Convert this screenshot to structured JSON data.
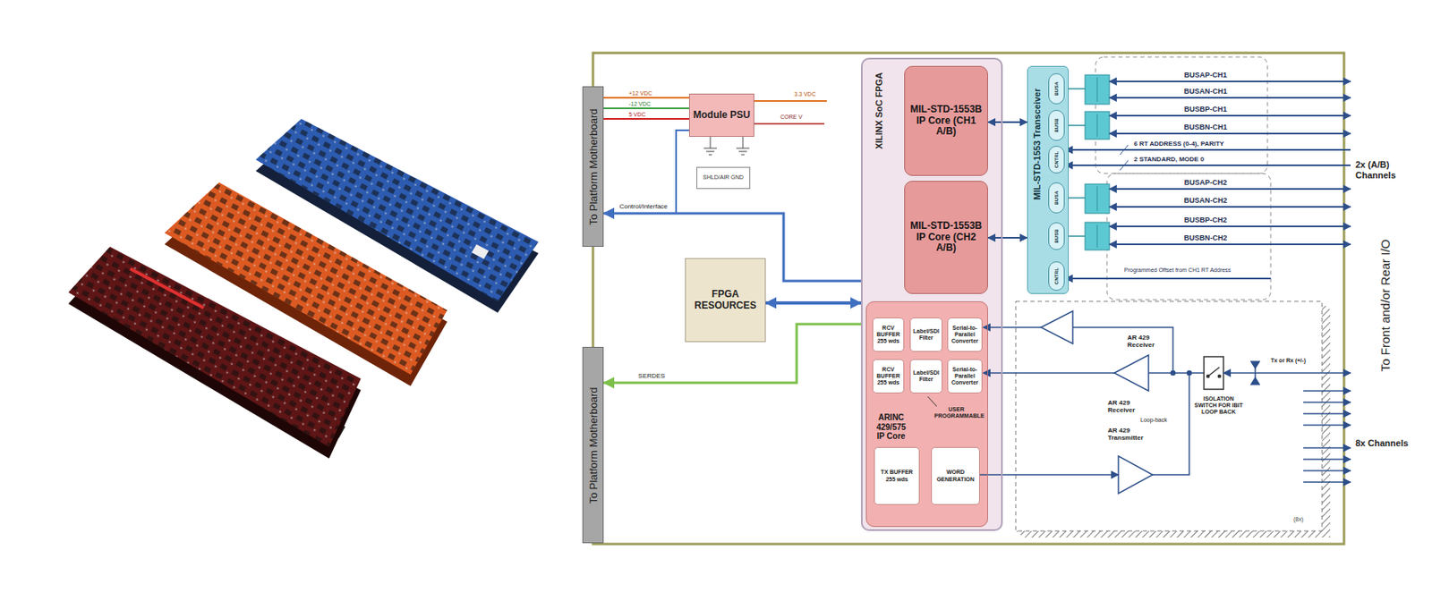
{
  "diagram": {
    "nodes": [
      {
        "text": [
          "To Platform Motherboard"
        ]
      },
      {
        "text": [
          "To Platform Motherboard"
        ]
      },
      {
        "text": [
          "Module PSU"
        ]
      },
      {
        "text": [
          "SHLD/AIR GND"
        ]
      },
      {
        "text": [
          "FPGA RESOURCES"
        ]
      },
      {
        "text": [
          "XILINX SoC FPGA"
        ]
      },
      {
        "text": [
          "MIL-STD-1553B IP Core (CH1 A/B)"
        ],
        "in": 5
      },
      {
        "text": [
          "MIL-STD-1553B IP Core (CH2 A/B)"
        ],
        "in": 5
      },
      {
        "text": [
          "ARINC 429/575 IP Core"
        ],
        "in": 5
      },
      {
        "text": [
          "RCV BUFFER 255 wds"
        ],
        "in": 8
      },
      {
        "text": [
          "Label/SDI Filter"
        ],
        "in": 8
      },
      {
        "text": [
          "Serial-to-Parallel Converter"
        ],
        "in": 8
      },
      {
        "text": [
          "RCV BUFFER 255 wds"
        ],
        "in": 8
      },
      {
        "text": [
          "Label/SDI Filter"
        ],
        "in": 8
      },
      {
        "text": [
          "Serial-to-Parallel Converter"
        ],
        "in": 8
      },
      {
        "text": [
          "TX BUFFER 255 wds"
        ],
        "in": 8
      },
      {
        "text": [
          "WORD GENERATION"
        ],
        "in": 8
      },
      {
        "text": [
          "MIL-STD-1553 Transceiver"
        ]
      },
      {
        "text": [
          "BUSA"
        ],
        "in": 17
      },
      {
        "text": [
          "BUSB"
        ],
        "in": 17
      },
      {
        "text": [
          "CNTRL"
        ],
        "in": 17
      },
      {
        "text": [
          "BUSA"
        ],
        "in": 17
      },
      {
        "text": [
          "BUSB"
        ],
        "in": 17
      },
      {
        "text": [
          "CNTRL"
        ],
        "in": 17
      }
    ],
    "edges": [
      {
        "from": 4,
        "to": 5,
        "arrow": "both"
      },
      {
        "from": 5,
        "to": 0,
        "label": "Control/Interface",
        "arrow": "to"
      },
      {
        "from": 5,
        "to": 1,
        "label": "SERDES",
        "arrow": "to"
      },
      {
        "from": 6,
        "to": 17,
        "arrow": "both"
      },
      {
        "from": 7,
        "to": 17,
        "arrow": "both"
      }
    ],
    "labels": [
      "+12 VDC",
      "-12 VDC",
      "5 VDC",
      "3.3 VDC",
      "CORE V",
      "USER PROGRAMMABLE",
      "BUSAP-CH1",
      "BUSAN-CH1",
      "BUSBP-CH1",
      "BUSBN-CH1",
      "6 RT ADDRESS (0-4), PARITY",
      "2 STANDARD, MODE 0",
      "BUSAP-CH2",
      "BUSAN-CH2",
      "BUSBP-CH2",
      "BUSBN-CH2",
      "Programmed Offset from CH1 RT Address",
      "2x (A/B) Channels",
      "To Front and/or Rear I/O",
      "AR 429 Receiver",
      "AR 429 Receiver",
      "Loop-back",
      "AR 429 Transmitter",
      "ISOLATION SWITCH FOR IBIT LOOP BACK",
      "Tx or Rx (+/-)",
      "8x Channels",
      "(8x)"
    ]
  }
}
